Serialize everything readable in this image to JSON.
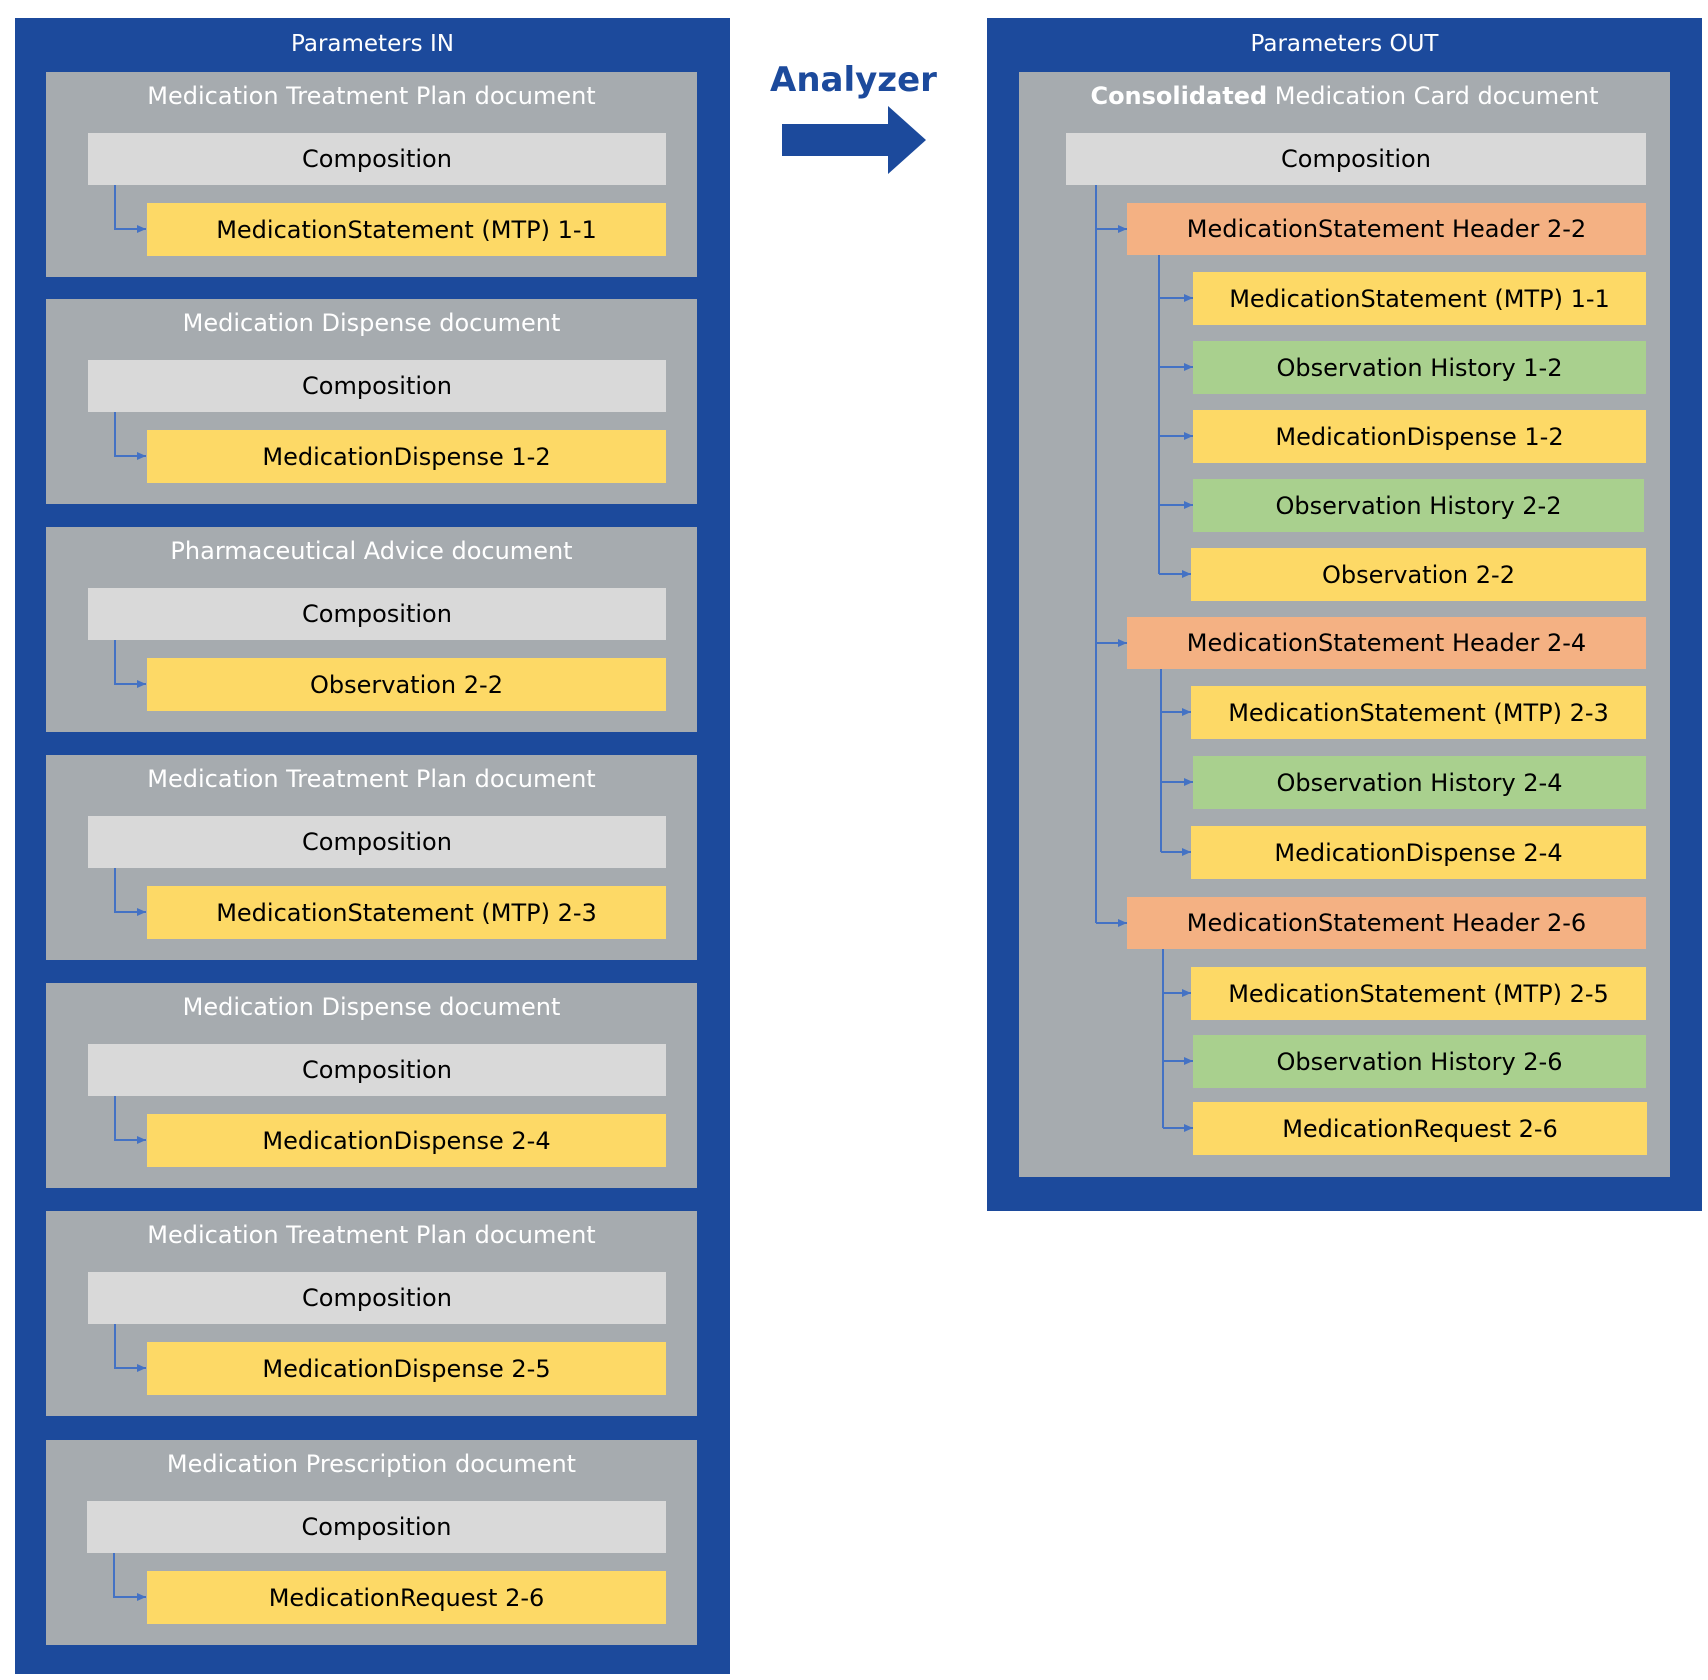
{
  "colors": {
    "panel": "#1c4a9c",
    "doc": "#a6abaf",
    "composition": "#d9d9d9",
    "yellow": "#fdd966",
    "green": "#a9d08e",
    "orange": "#f4b183",
    "connector": "#4472c4"
  },
  "input_panel": {
    "title": "Parameters IN",
    "documents": [
      {
        "title": "Medication Treatment Plan document",
        "composition": "Composition",
        "child": "MedicationStatement (MTP) 1-1"
      },
      {
        "title": "Medication Dispense document",
        "composition": "Composition",
        "child": "MedicationDispense 1-2"
      },
      {
        "title": "Pharmaceutical Advice document",
        "composition": "Composition",
        "child": "Observation 2-2"
      },
      {
        "title": "Medication Treatment Plan document",
        "composition": "Composition",
        "child": "MedicationStatement (MTP) 2-3"
      },
      {
        "title": "Medication Dispense document",
        "composition": "Composition",
        "child": "MedicationDispense 2-4"
      },
      {
        "title": "Medication Treatment Plan document",
        "composition": "Composition",
        "child": "MedicationDispense 2-5"
      },
      {
        "title": "Medication Prescription document",
        "composition": "Composition",
        "child": "MedicationRequest 2-6"
      }
    ]
  },
  "analyzer": {
    "label": "Analyzer",
    "arrow_icon": "right-arrow-icon"
  },
  "output_panel": {
    "title": "Parameters OUT",
    "document": {
      "title_bold": "Consolidated",
      "title_rest": " Medication Card document",
      "composition": "Composition",
      "headers": [
        {
          "label": "MedicationStatement Header 2-2",
          "children": [
            {
              "label": "MedicationStatement (MTP) 1-1",
              "color": "yellow"
            },
            {
              "label": "Observation History 1-2",
              "color": "green"
            },
            {
              "label": "MedicationDispense 1-2",
              "color": "yellow"
            },
            {
              "label": "Observation History 2-2",
              "color": "green"
            },
            {
              "label": "Observation 2-2",
              "color": "yellow"
            }
          ]
        },
        {
          "label": "MedicationStatement Header 2-4",
          "children": [
            {
              "label": "MedicationStatement (MTP) 2-3",
              "color": "yellow"
            },
            {
              "label": "Observation History 2-4",
              "color": "green"
            },
            {
              "label": "MedicationDispense 2-4",
              "color": "yellow"
            }
          ]
        },
        {
          "label": "MedicationStatement Header 2-6",
          "children": [
            {
              "label": "MedicationStatement (MTP) 2-5",
              "color": "yellow"
            },
            {
              "label": "Observation History 2-6",
              "color": "green"
            },
            {
              "label": "MedicationRequest 2-6",
              "color": "yellow"
            }
          ]
        }
      ]
    }
  }
}
